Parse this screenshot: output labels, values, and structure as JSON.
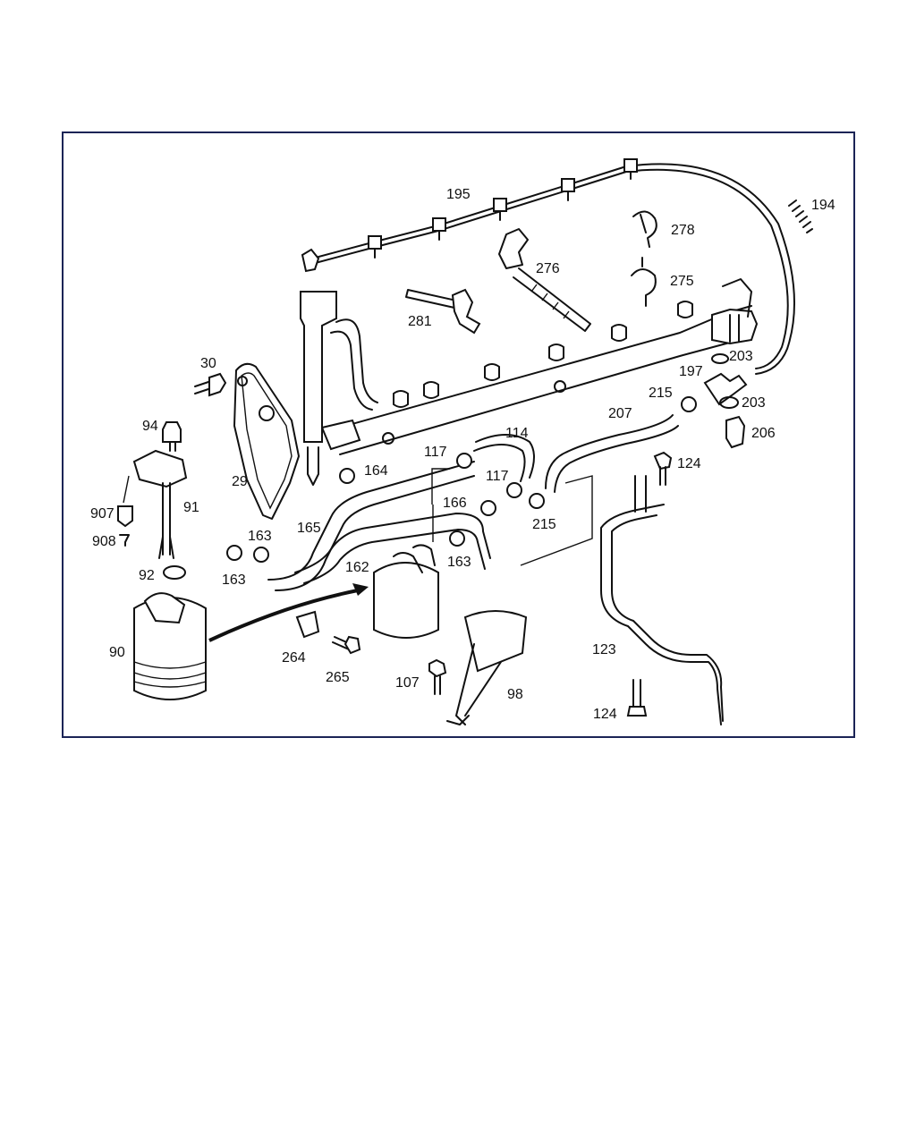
{
  "diagram": {
    "labels": [
      {
        "id": "p195",
        "text": "195"
      },
      {
        "id": "p194",
        "text": "194"
      },
      {
        "id": "p278",
        "text": "278"
      },
      {
        "id": "p276",
        "text": "276"
      },
      {
        "id": "p275",
        "text": "275"
      },
      {
        "id": "p281",
        "text": "281"
      },
      {
        "id": "p203a",
        "text": "203"
      },
      {
        "id": "p197",
        "text": "197"
      },
      {
        "id": "p203b",
        "text": "203"
      },
      {
        "id": "p215a",
        "text": "215"
      },
      {
        "id": "p207",
        "text": "207"
      },
      {
        "id": "p206",
        "text": "206"
      },
      {
        "id": "p30",
        "text": "30"
      },
      {
        "id": "p94",
        "text": "94"
      },
      {
        "id": "p29",
        "text": "29"
      },
      {
        "id": "p164",
        "text": "164"
      },
      {
        "id": "p114",
        "text": "114"
      },
      {
        "id": "p117a",
        "text": "117"
      },
      {
        "id": "p117b",
        "text": "117"
      },
      {
        "id": "p124a",
        "text": "124"
      },
      {
        "id": "p907",
        "text": "907"
      },
      {
        "id": "p91",
        "text": "91"
      },
      {
        "id": "p908",
        "text": "908"
      },
      {
        "id": "p166",
        "text": "166"
      },
      {
        "id": "p215b",
        "text": "215"
      },
      {
        "id": "p165",
        "text": "165"
      },
      {
        "id": "p163a",
        "text": "163"
      },
      {
        "id": "p163b",
        "text": "163"
      },
      {
        "id": "p162",
        "text": "162"
      },
      {
        "id": "p163c",
        "text": "163"
      },
      {
        "id": "p92",
        "text": "92"
      },
      {
        "id": "p90",
        "text": "90"
      },
      {
        "id": "p264",
        "text": "264"
      },
      {
        "id": "p265",
        "text": "265"
      },
      {
        "id": "p123",
        "text": "123"
      },
      {
        "id": "p107",
        "text": "107"
      },
      {
        "id": "p98",
        "text": "98"
      },
      {
        "id": "p124b",
        "text": "124"
      }
    ]
  }
}
